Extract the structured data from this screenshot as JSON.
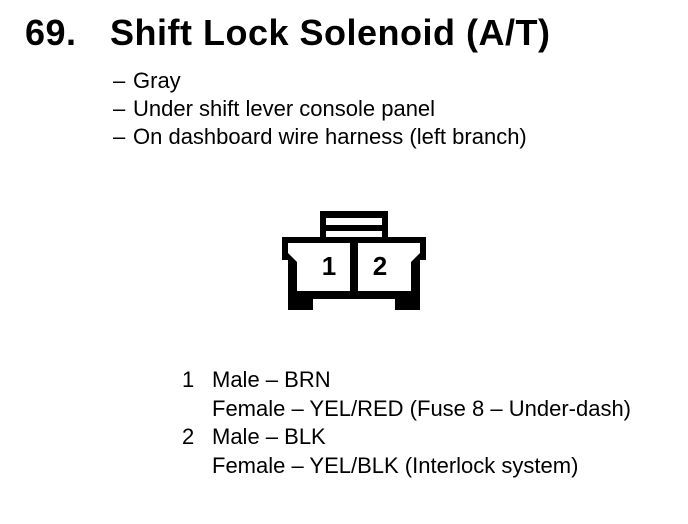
{
  "colors": {
    "background": "#ffffff",
    "ink": "#000000"
  },
  "header": {
    "number": "69.",
    "title": "Shift Lock Solenoid (A/T)"
  },
  "details": {
    "bullet_char": "–",
    "items": [
      "Gray",
      "Under shift lever console panel",
      "On dashboard wire harness (left branch)"
    ]
  },
  "connector": {
    "description": "2-cavity connector, front view with top latch",
    "cavities": [
      {
        "label": "1"
      },
      {
        "label": "2"
      }
    ]
  },
  "pins": [
    {
      "number": "1",
      "male": "Male – BRN",
      "female": "Female – YEL/RED (Fuse 8 – Under-dash)"
    },
    {
      "number": "2",
      "male": "Male – BLK",
      "female": "Female – YEL/BLK (Interlock system)"
    }
  ]
}
